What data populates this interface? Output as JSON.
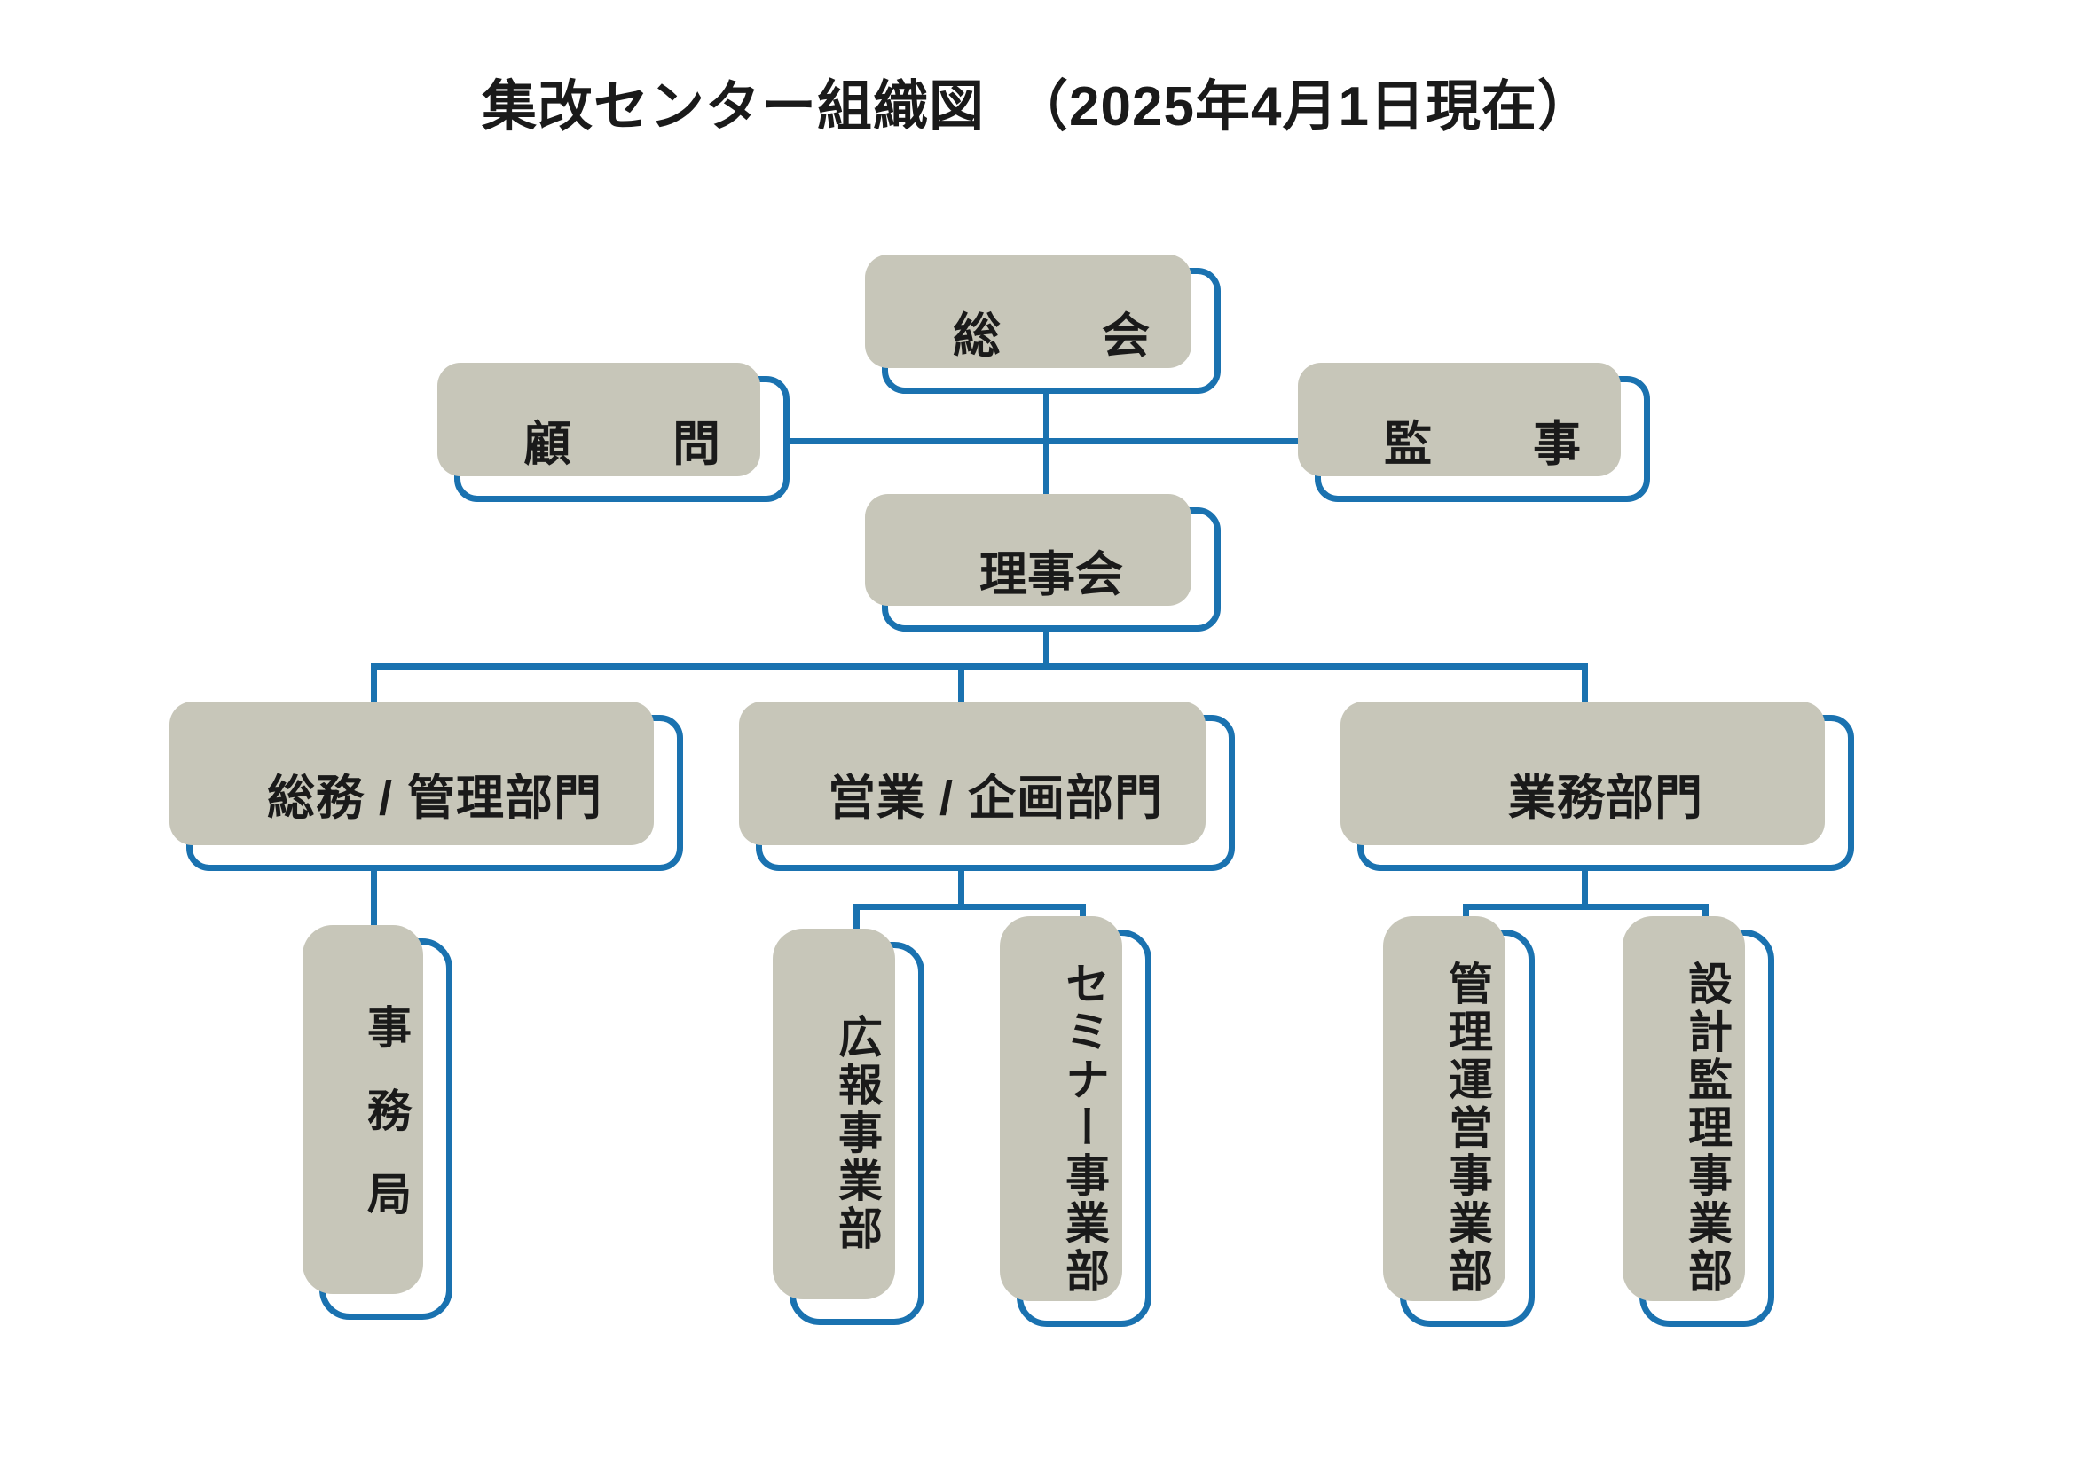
{
  "document": {
    "title_main": "集改センター組織図",
    "title_date": "（2025年4月1日現在）",
    "title_full": "集改センター組織図　（2025年4月1日現在）"
  },
  "colors": {
    "border_blue": "#1a72b0",
    "shadow_gray": "#c7c6b9",
    "box_fill": "#ffffff",
    "text_black": "#1a1a1a",
    "page_background": "#ffffff"
  },
  "chart_data": {
    "type": "diagram",
    "diagram_kind": "organization-chart",
    "title": "集改センター組織図　（2025年4月1日現在）",
    "nodes": [
      {
        "id": "general-assembly",
        "label": "総　会",
        "level": 0,
        "orientation": "horizontal"
      },
      {
        "id": "advisor",
        "label": "顧　問",
        "level": 1,
        "orientation": "horizontal"
      },
      {
        "id": "auditor",
        "label": "監　事",
        "level": 1,
        "orientation": "horizontal"
      },
      {
        "id": "board-of-directors",
        "label": "理事会",
        "level": 1,
        "orientation": "horizontal"
      },
      {
        "id": "general-affairs-division",
        "label": "総務 / 管理部門",
        "level": 2,
        "orientation": "horizontal"
      },
      {
        "id": "sales-planning-division",
        "label": "営業 / 企画部門",
        "level": 2,
        "orientation": "horizontal"
      },
      {
        "id": "operations-division",
        "label": "業務部門",
        "level": 2,
        "orientation": "horizontal"
      },
      {
        "id": "secretariat",
        "label": "事務局",
        "level": 3,
        "orientation": "vertical"
      },
      {
        "id": "pr-department",
        "label": "広報事業部",
        "level": 3,
        "orientation": "vertical"
      },
      {
        "id": "seminar-department",
        "label": "セミナー事業部",
        "level": 3,
        "orientation": "vertical"
      },
      {
        "id": "management-operations-department",
        "label": "管理運営事業部",
        "level": 3,
        "orientation": "vertical"
      },
      {
        "id": "design-supervision-department",
        "label": "設計監理事業部",
        "level": 3,
        "orientation": "vertical"
      }
    ],
    "edges": [
      {
        "from": "general-assembly",
        "to": "board-of-directors"
      },
      {
        "from": "board-of-directors",
        "to": "advisor"
      },
      {
        "from": "board-of-directors",
        "to": "auditor"
      },
      {
        "from": "board-of-directors",
        "to": "general-affairs-division"
      },
      {
        "from": "board-of-directors",
        "to": "sales-planning-division"
      },
      {
        "from": "board-of-directors",
        "to": "operations-division"
      },
      {
        "from": "general-affairs-division",
        "to": "secretariat"
      },
      {
        "from": "sales-planning-division",
        "to": "pr-department"
      },
      {
        "from": "sales-planning-division",
        "to": "seminar-department"
      },
      {
        "from": "operations-division",
        "to": "management-operations-department"
      },
      {
        "from": "operations-division",
        "to": "design-supervision-department"
      }
    ]
  }
}
